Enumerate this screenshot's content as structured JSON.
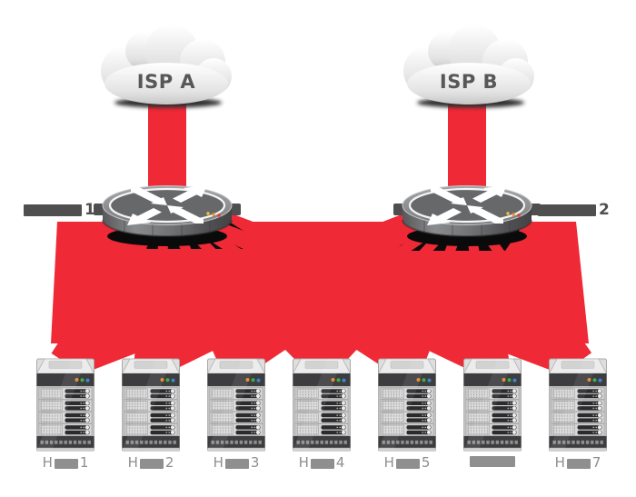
{
  "clouds": [
    {
      "icon": "cloud-icon",
      "label": "ISP A"
    },
    {
      "icon": "cloud-icon",
      "label": "ISP B"
    }
  ],
  "routers": [
    {
      "icon": "router-icon",
      "label_digit": "1",
      "label_prefix_redacted": true
    },
    {
      "icon": "router-icon",
      "label_digit": "2",
      "label_prefix_redacted": true
    }
  ],
  "hosts": [
    {
      "icon": "server-tower-icon",
      "label_prefix": "H",
      "label_digit": "1",
      "label_middle_redacted": true
    },
    {
      "icon": "server-tower-icon",
      "label_prefix": "H",
      "label_digit": "2",
      "label_middle_redacted": true
    },
    {
      "icon": "server-tower-icon",
      "label_prefix": "H",
      "label_digit": "3",
      "label_middle_redacted": true
    },
    {
      "icon": "server-tower-icon",
      "label_prefix": "H",
      "label_digit": "4",
      "label_middle_redacted": true
    },
    {
      "icon": "server-tower-icon",
      "label_prefix": "H",
      "label_digit": "5",
      "label_middle_redacted": true
    },
    {
      "icon": "server-tower-icon",
      "label_prefix": "",
      "label_digit": "",
      "label_fully_redacted": true
    },
    {
      "icon": "server-tower-icon",
      "label_prefix": "H",
      "label_digit": "7",
      "label_middle_redacted": true
    }
  ],
  "links": {
    "isp_to_router": [
      {
        "from": "cloud-0",
        "to": "router-0"
      },
      {
        "from": "cloud-1",
        "to": "router-1"
      }
    ],
    "router_to_host": "full-mesh: each of 2 routers links to all 7 hosts"
  },
  "colors": {
    "link_red": "#EF2936",
    "cloud_text": "#57575A",
    "router_label": "#4F4F4F",
    "host_label": "#8E8E8E",
    "background": "#FFFFFF"
  }
}
